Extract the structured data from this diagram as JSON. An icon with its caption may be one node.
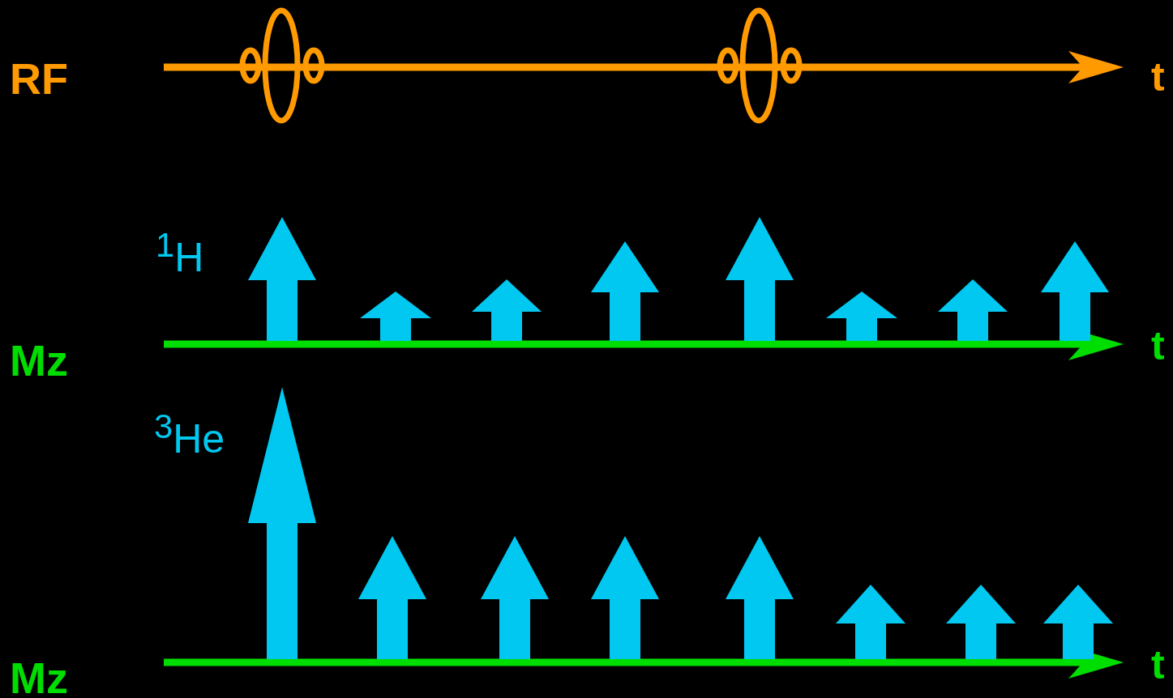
{
  "diagram": {
    "labels": [
      "RF",
      "t",
      "$^{1}$H",
      "Mz",
      "t",
      "$^{3}$He",
      "Mz",
      "t"
    ]
  }
}
